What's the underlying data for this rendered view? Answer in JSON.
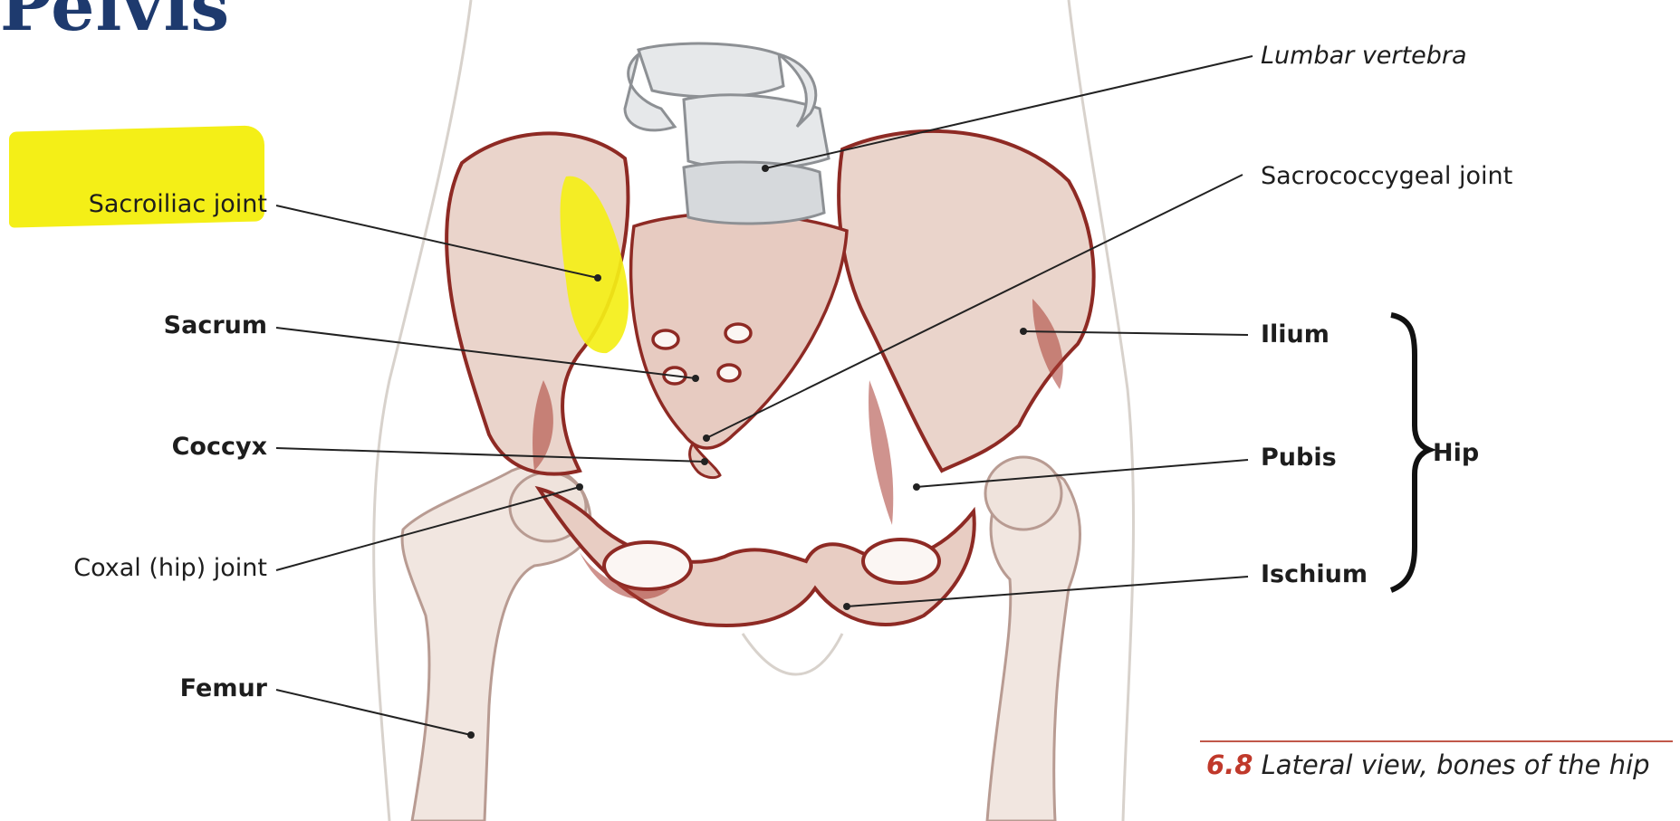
{
  "title": "Pelvis",
  "labels": {
    "lumbar_vertebra": "Lumbar vertebra",
    "sacrococcygeal_joint": "Sacrococcygeal joint",
    "sacroiliac_joint": "Sacroiliac joint",
    "sacrum": "Sacrum",
    "coccyx": "Coccyx",
    "coxal_joint": "Coxal (hip) joint",
    "femur": "Femur",
    "ilium": "Ilium",
    "pubis": "Pubis",
    "ischium": "Ischium",
    "hip": "Hip"
  },
  "caption": {
    "number": "6.8",
    "text": "Lateral view, bones of the hip"
  },
  "colors": {
    "title": "#1e3a6e",
    "bone_outline": "#8e2a24",
    "bone_fill": "#e9d2c9",
    "vertebra_fill": "#e6e8ea",
    "highlight": "#f4ef17",
    "leader_line": "#222222",
    "caption_accent": "#c0392b"
  }
}
